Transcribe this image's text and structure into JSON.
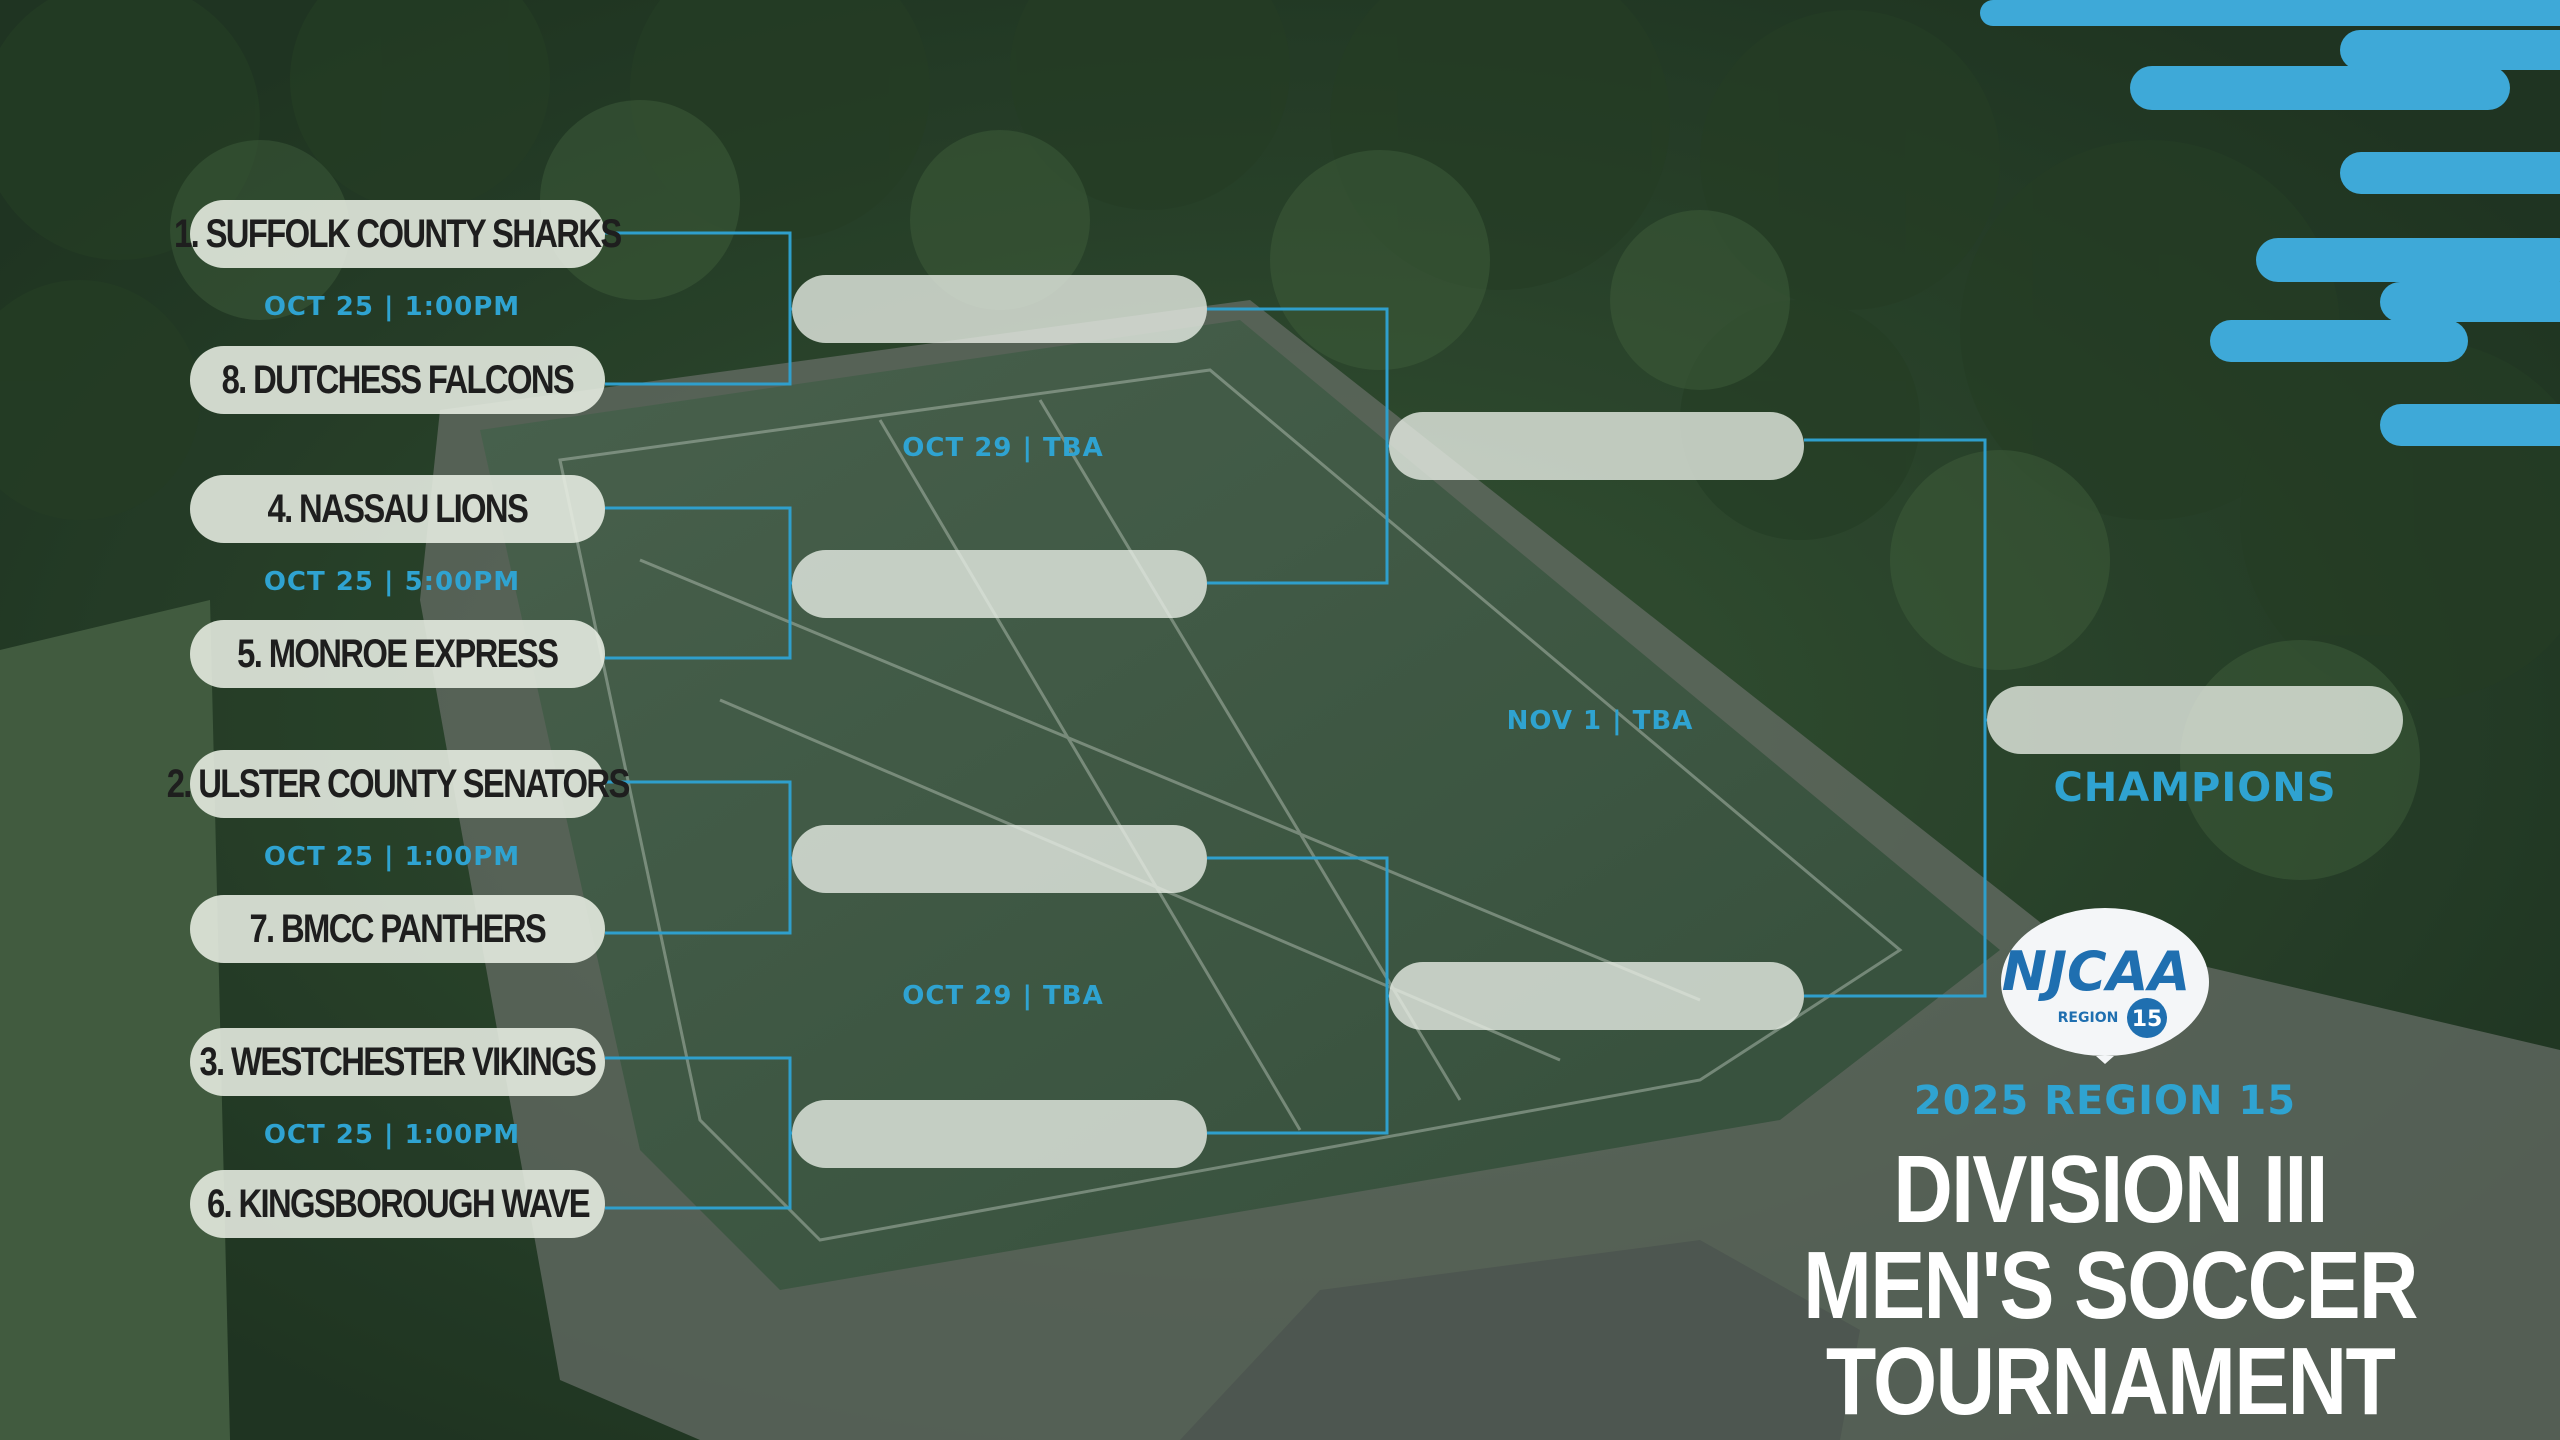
{
  "matches_round1": [
    {
      "top": "1. SUFFOLK COUNTY SHARKS",
      "bottom": "8. DUTCHESS FALCONS",
      "date": "OCT 25 | 1:00PM"
    },
    {
      "top": "4. NASSAU LIONS",
      "bottom": "5. MONROE EXPRESS",
      "date": "OCT 25 | 5:00PM"
    },
    {
      "top": "2. ULSTER COUNTY SENATORS",
      "bottom": "7. BMCC PANTHERS",
      "date": "OCT 25 | 1:00PM"
    },
    {
      "top": "3. WESTCHESTER VIKINGS",
      "bottom": "6. KINGSBOROUGH WAVE",
      "date": "OCT 25 | 1:00PM"
    }
  ],
  "semifinal_dates": [
    "OCT 29 | TBA",
    "OCT 29 | TBA"
  ],
  "final_date": "NOV 1 | TBA",
  "champions_label": "CHAMPIONS",
  "logo": {
    "text": "NJCAA",
    "region_word": "REGION",
    "region_number": "15"
  },
  "title": {
    "year_region": "2025 REGION 15",
    "line1": "DIVISION III",
    "line2": "MEN'S SOCCER",
    "line3": "TOURNAMENT"
  },
  "colors": {
    "accent": "#2fa3d1",
    "pill": "#e8eee4",
    "title": "#ffffff"
  }
}
